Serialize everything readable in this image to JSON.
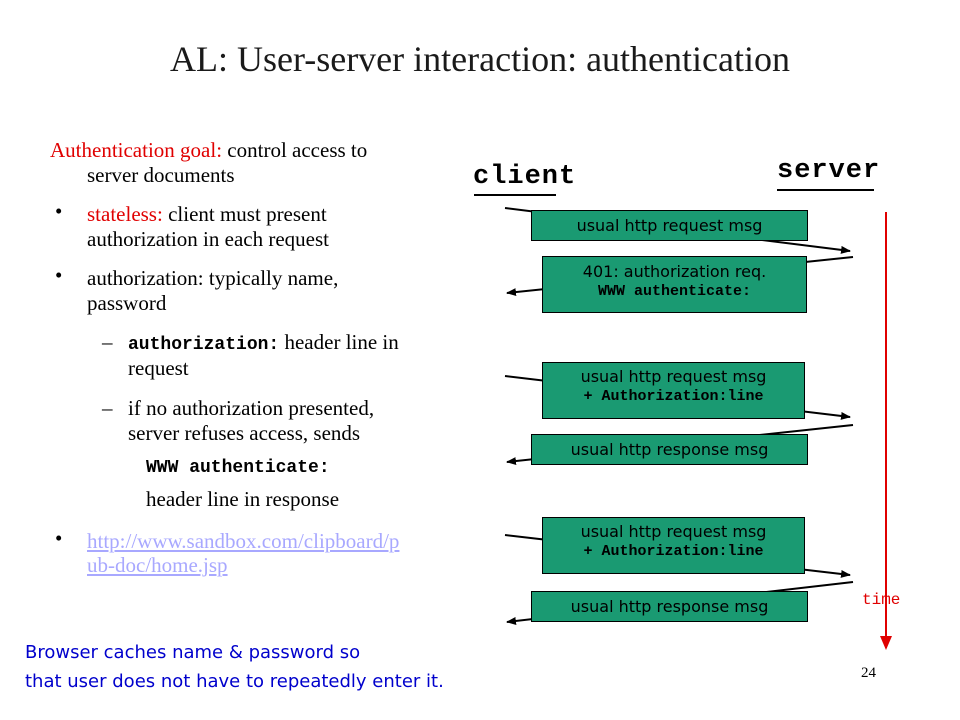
{
  "title": "AL: User-server interaction: authentication",
  "left": {
    "goal_label": "Authentication goal:",
    "goal_text_1": " control access to",
    "goal_text_2": "server documents",
    "b1_label": "stateless:",
    "b1_text_1": " client must present",
    "b1_text_2": "authorization in each request",
    "b2_text_1": "authorization: typically name,",
    "b2_text_2": "password",
    "s1_code": "authorization:",
    "s1_text_1": " header line in",
    "s1_text_2": "request",
    "s2_text_1": "if no authorization presented,",
    "s2_text_2": "server refuses access, sends",
    "s2_code": "WWW authenticate:",
    "s2_text_3": "header line in response",
    "link_1": "http://www.sandbox.com/clipboard/p",
    "link_2": "ub-doc/home.jsp",
    "bullet_char": "•",
    "dash_char": "–"
  },
  "diagram": {
    "client_label": "client",
    "server_label": "server",
    "time_label": "time",
    "messages": [
      {
        "line1": "usual http request msg",
        "line2": ""
      },
      {
        "line1": "401: authorization req.",
        "line2": "WWW authenticate:"
      },
      {
        "line1": "usual http request msg",
        "line2": "+ Authorization:line"
      },
      {
        "line1": "usual http response msg",
        "line2": ""
      },
      {
        "line1": "usual http request msg",
        "line2": "+ Authorization:line"
      },
      {
        "line1": "usual http response msg",
        "line2": ""
      }
    ],
    "colors": {
      "box": "#1a9a72",
      "arrow": "#000000",
      "time_arrow": "#e00000"
    }
  },
  "note_1": "Browser caches name & password so",
  "note_2": "that user does not have to repeatedly enter it.",
  "page_number": "24"
}
